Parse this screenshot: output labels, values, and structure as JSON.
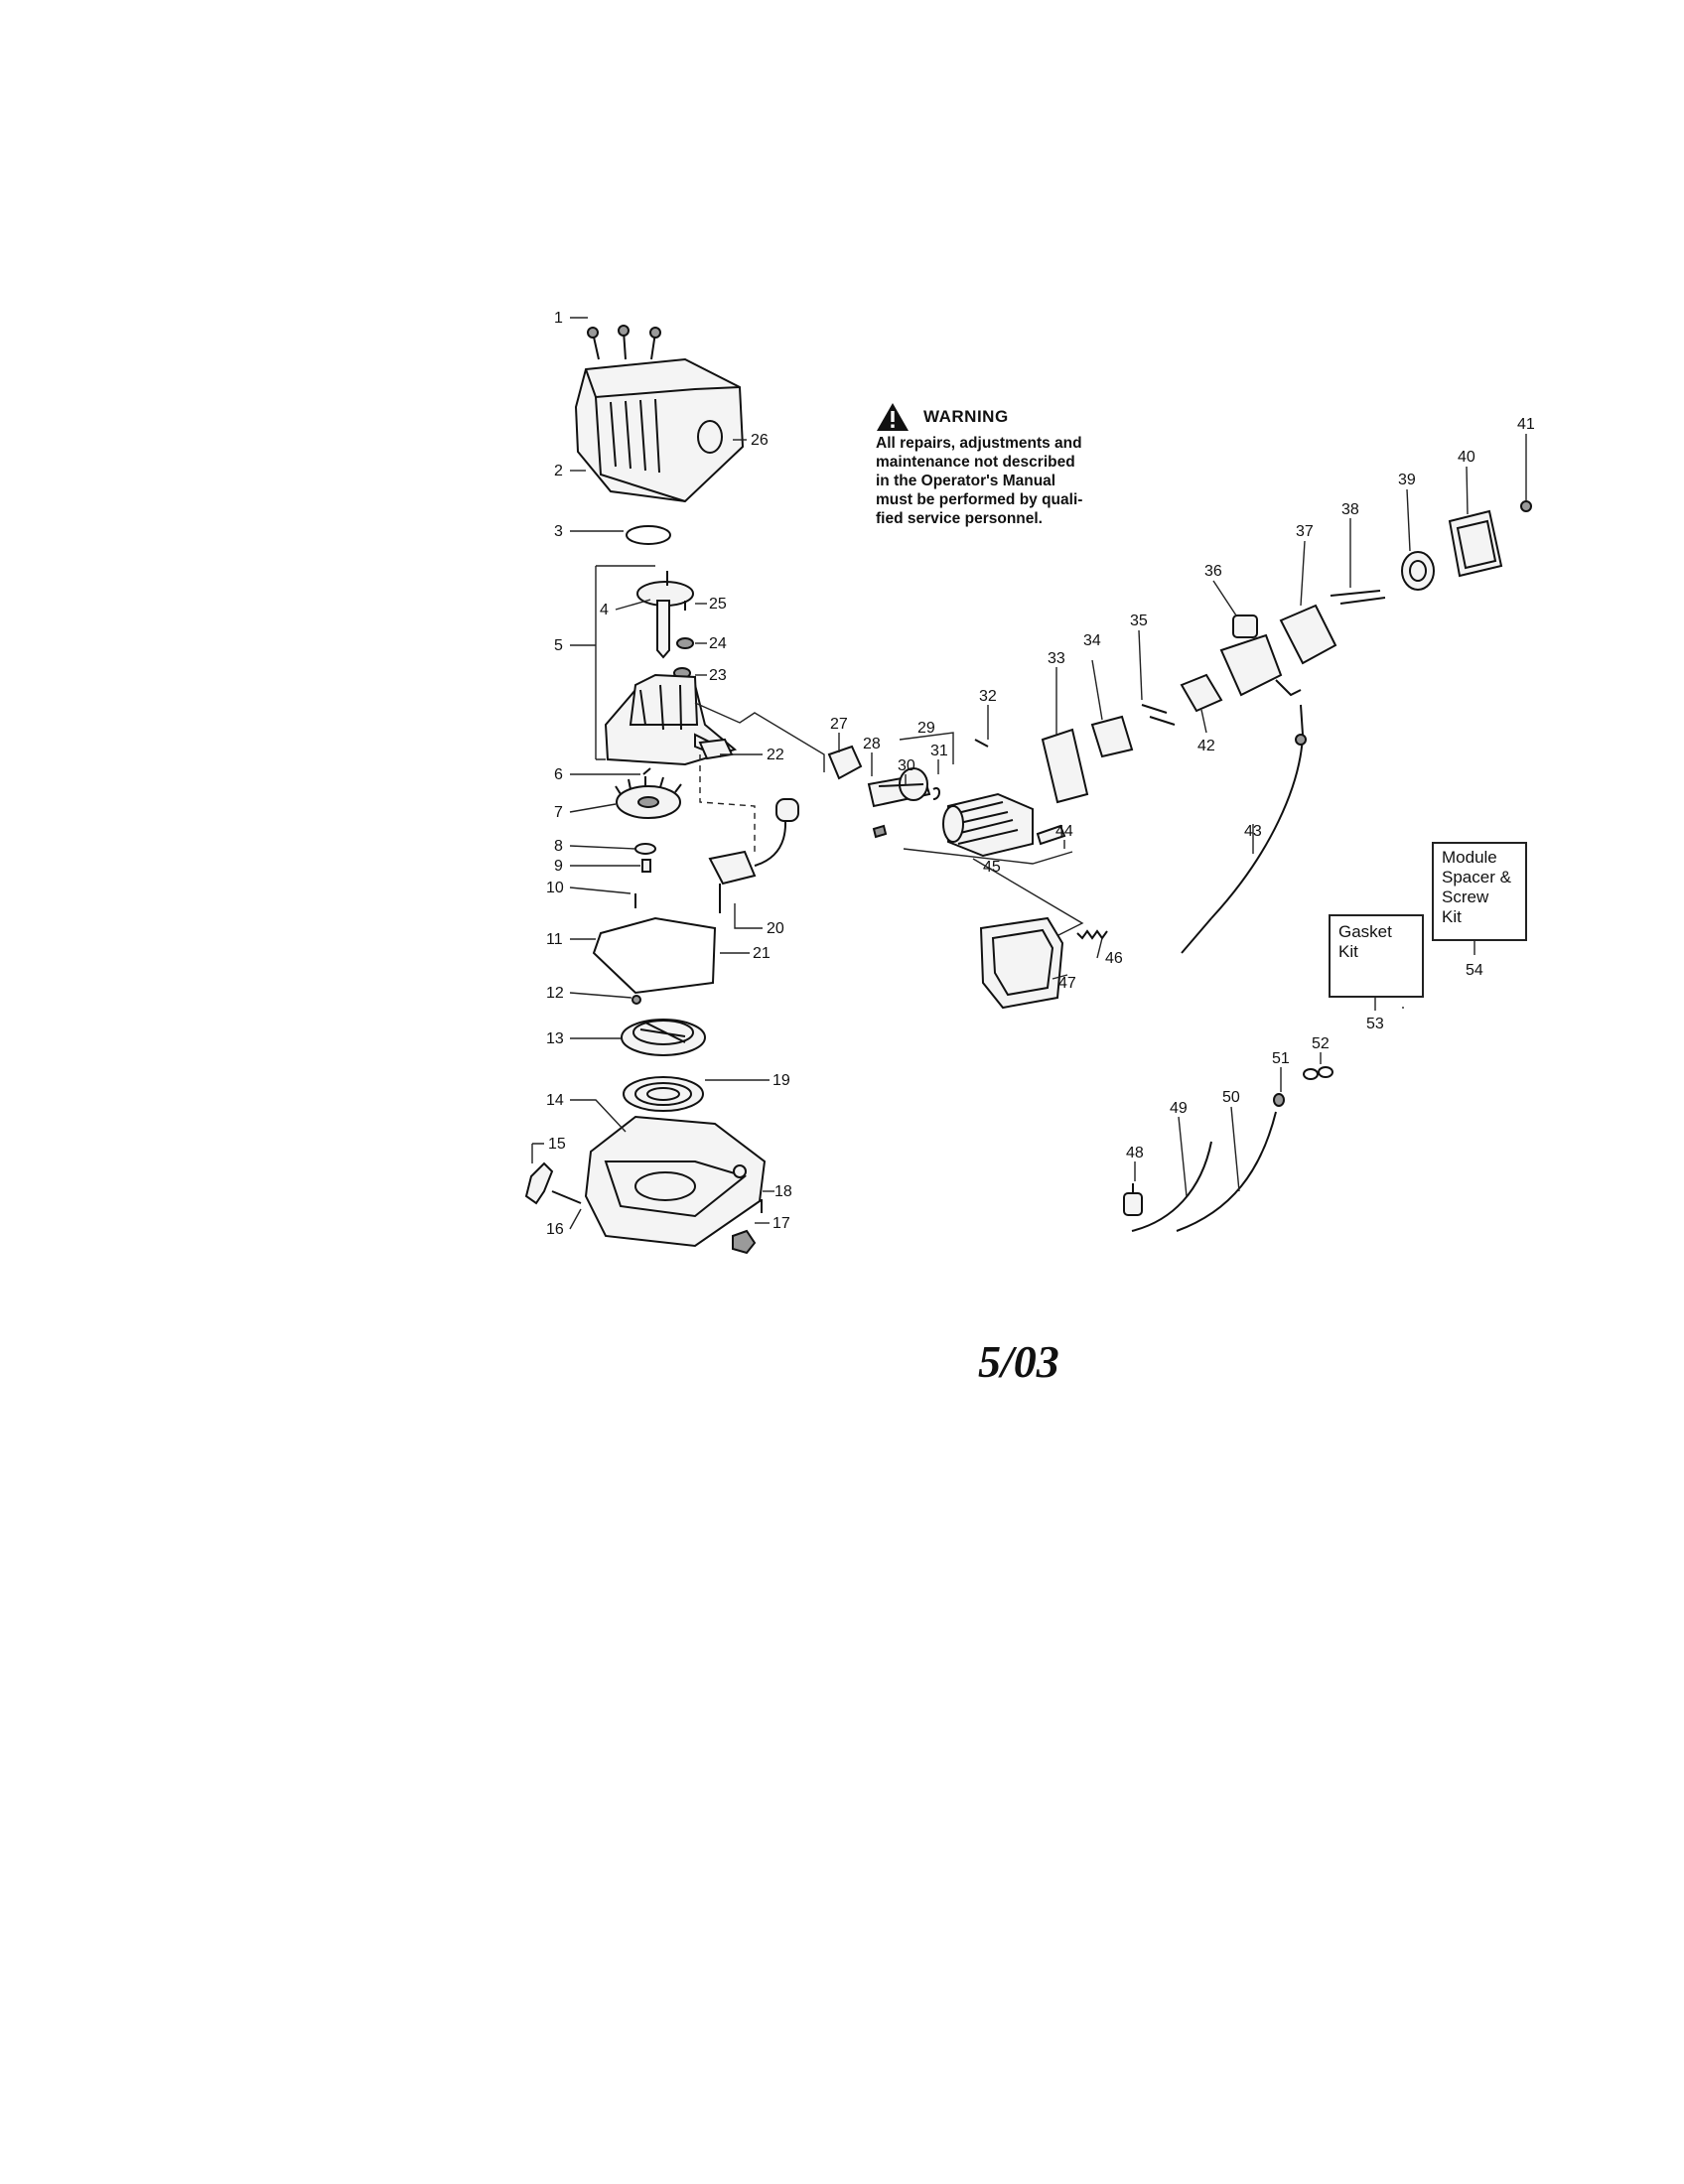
{
  "warning": {
    "title": "WARNING",
    "body_lines": [
      "All repairs, adjustments and",
      "maintenance not described",
      "in the Operator's Manual",
      "must be performed by quali-",
      "fied service personnel."
    ]
  },
  "callouts": [
    "1",
    "2",
    "3",
    "4",
    "5",
    "6",
    "7",
    "8",
    "9",
    "10",
    "11",
    "12",
    "13",
    "14",
    "15",
    "16",
    "17",
    "18",
    "19",
    "20",
    "21",
    "22",
    "23",
    "24",
    "25",
    "26",
    "27",
    "28",
    "29",
    "30",
    "31",
    "32",
    "33",
    "34",
    "35",
    "36",
    "37",
    "38",
    "39",
    "40",
    "41",
    "42",
    "43",
    "44",
    "45",
    "46",
    "47",
    "48",
    "49",
    "50",
    "51",
    "52",
    "53",
    "54"
  ],
  "kits": {
    "gasket": {
      "lines": [
        "Gasket",
        "Kit"
      ],
      "number": "53"
    },
    "module": {
      "lines": [
        "Module",
        "Spacer &",
        "Screw",
        "Kit"
      ],
      "number": "54"
    }
  },
  "date_stamp": "5/03"
}
